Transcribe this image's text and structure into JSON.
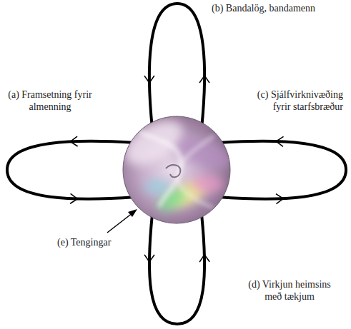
{
  "diagram": {
    "labels": [
      "(a) Framsetning fyrir almenning",
      "(b) Bandalög, bandamenn",
      "(c) Sjálfvirknivæðing fyrir starfsbræður",
      "(d) Virkjun heimsins með tækjum",
      "(e) Tengingar"
    ]
  }
}
